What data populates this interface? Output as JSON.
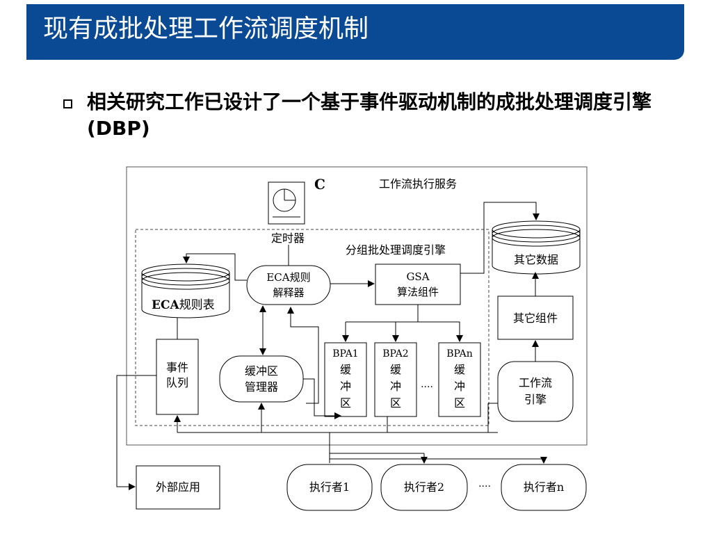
{
  "slide": {
    "title": "现有成批处理工作流调度机制",
    "bullet": "相关研究工作已设计了一个基于事件驱动机制的成批处理调度引擎(DBP)"
  },
  "diagram": {
    "corner_label": "C",
    "service_label": "工作流执行服务",
    "engine_label": "分组批处理调度引擎",
    "timer_label": "定时器",
    "eca_interpreter_line1": "ECA规则",
    "eca_interpreter_line2": "解释器",
    "eca_table_bold": "ECA",
    "eca_table_rest": "规则表",
    "gsa_line1": "GSA",
    "gsa_line2": "算法组件",
    "other_data": "其它数据",
    "other_components": "其它组件",
    "event_queue_line1": "事件",
    "event_queue_line2": "队列",
    "buffer_manager_line1": "缓冲区",
    "buffer_manager_line2": "管理器",
    "bpa_buffers": [
      {
        "id": "BPA1",
        "lines": [
          "缓",
          "冲",
          "区"
        ]
      },
      {
        "id": "BPA2",
        "lines": [
          "缓",
          "冲",
          "区"
        ]
      },
      {
        "id": "BPAn",
        "lines": [
          "缓",
          "冲",
          "区"
        ]
      }
    ],
    "bpa_ellipsis": "····",
    "workflow_engine_line1": "工作流",
    "workflow_engine_line2": "引擎",
    "external_app": "外部应用",
    "executors": [
      "执行者1",
      "执行者2",
      "执行者n"
    ],
    "executor_ellipsis": "····"
  }
}
